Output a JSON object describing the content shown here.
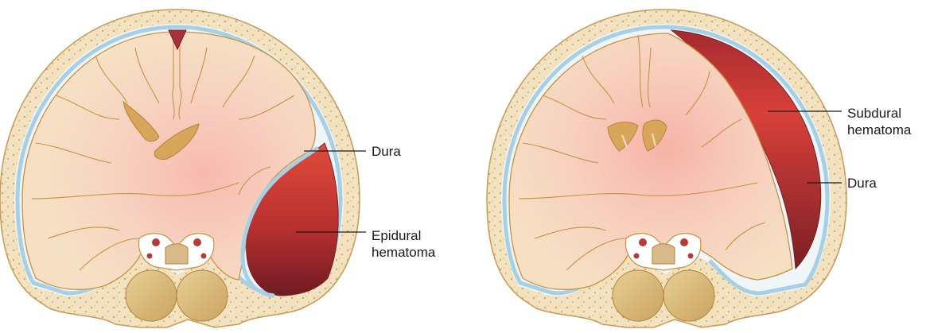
{
  "panels": [
    {
      "id": "left",
      "lesion": "epidural",
      "labels": {
        "dura": "Dura",
        "hematoma": "Epidural\nhematoma"
      }
    },
    {
      "id": "right",
      "lesion": "subdural",
      "labels": {
        "hematoma": "Subdural\nhematoma",
        "dura": "Dura"
      }
    }
  ],
  "colors": {
    "bone": "#f3e2bf",
    "bone_outline": "#c79a55",
    "dura": "#a8d0e4",
    "brain": "#f6dcc0",
    "brain_outline": "#c8923f",
    "ventricle": "#d8a65a",
    "blood_light": "#d9453a",
    "blood_dark": "#7a1f24"
  }
}
